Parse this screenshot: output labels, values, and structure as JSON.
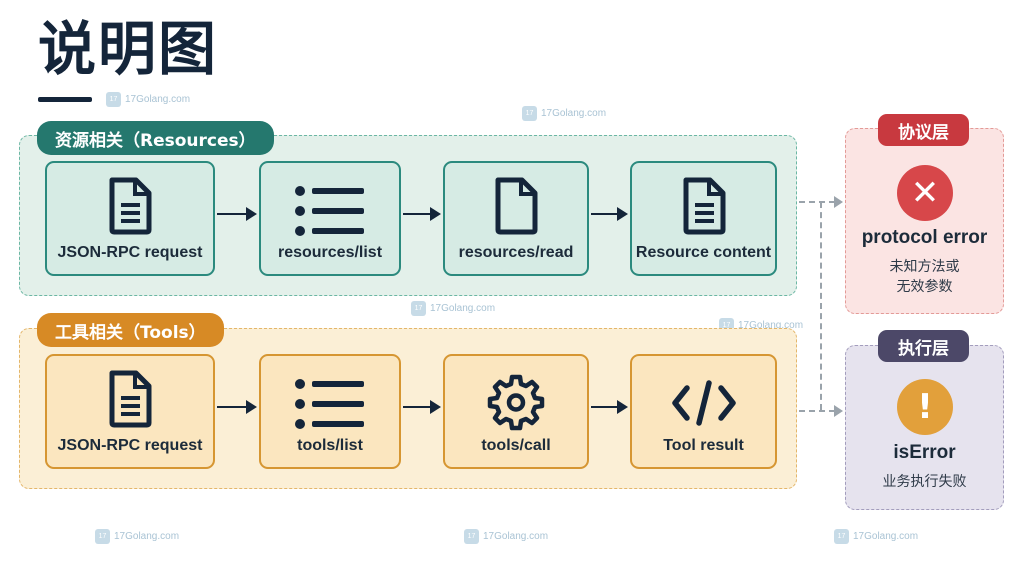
{
  "title": "说明图",
  "watermark": "17Golang.com",
  "resources": {
    "section_label": "资源相关（Resources）",
    "nodes": [
      {
        "label": "JSON-RPC request",
        "icon": "document-icon"
      },
      {
        "label": "resources/list",
        "icon": "list-icon"
      },
      {
        "label": "resources/read",
        "icon": "file-icon"
      },
      {
        "label": "Resource content",
        "icon": "document-icon"
      }
    ]
  },
  "tools": {
    "section_label": "工具相关（Tools）",
    "nodes": [
      {
        "label": "JSON-RPC request",
        "icon": "document-icon"
      },
      {
        "label": "tools/list",
        "icon": "list-icon"
      },
      {
        "label": "tools/call",
        "icon": "gear-icon"
      },
      {
        "label": "Tool result",
        "icon": "code-icon"
      }
    ]
  },
  "protocol_layer": {
    "label": "协议层",
    "title": "protocol error",
    "desc_line1": "未知方法或",
    "desc_line2": "无效参数",
    "icon": "x-circle-icon",
    "symbol": "✕"
  },
  "execution_layer": {
    "label": "执行层",
    "title": "isError",
    "desc": "业务执行失败",
    "icon": "exclamation-circle-icon",
    "symbol": "!"
  },
  "colors": {
    "resources_accent": "#25786e",
    "tools_accent": "#d78a25",
    "protocol_accent": "#c8393f",
    "execution_accent": "#4c4868",
    "title": "#14253a"
  }
}
